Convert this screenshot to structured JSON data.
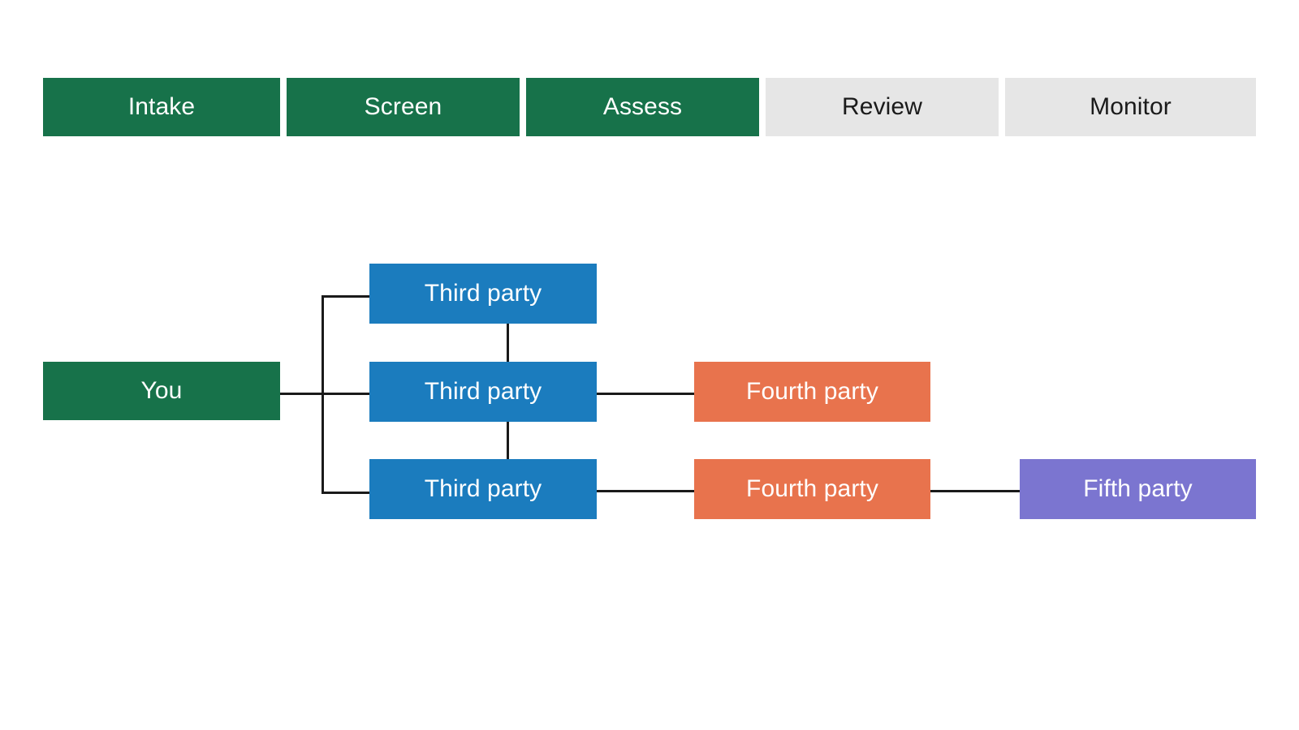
{
  "palette": {
    "green": "#17724A",
    "blue": "#1B7CBE",
    "orange": "#E8734D",
    "purple": "#7B75D0",
    "gray": "#E6E6E6",
    "line": "#1A1A1A",
    "background": "#FFFFFF",
    "text_on_fill": "#FFFFFF",
    "text_on_gray": "#1A1A1A"
  },
  "stage_bar": {
    "name": "lifecycle-stage-bar",
    "stages": [
      {
        "label": "Intake",
        "state": "done",
        "active": true
      },
      {
        "label": "Screen",
        "state": "done",
        "active": true
      },
      {
        "label": "Assess",
        "state": "done",
        "active": true
      },
      {
        "label": "Review",
        "state": "todo",
        "active": false
      },
      {
        "label": "Monitor",
        "state": "todo",
        "active": false
      }
    ]
  },
  "supply_chain": {
    "name": "nth-party-supply-chain",
    "root": {
      "label": "You",
      "tier": "first-party"
    },
    "tier3": [
      {
        "label": "Third party",
        "tier": "third-party"
      },
      {
        "label": "Third party",
        "tier": "third-party"
      },
      {
        "label": "Third party",
        "tier": "third-party"
      }
    ],
    "tier4": [
      {
        "label": "Fourth party",
        "tier": "fourth-party"
      },
      {
        "label": "Fourth party",
        "tier": "fourth-party"
      }
    ],
    "tier5": [
      {
        "label": "Fifth party",
        "tier": "fifth-party"
      }
    ]
  }
}
